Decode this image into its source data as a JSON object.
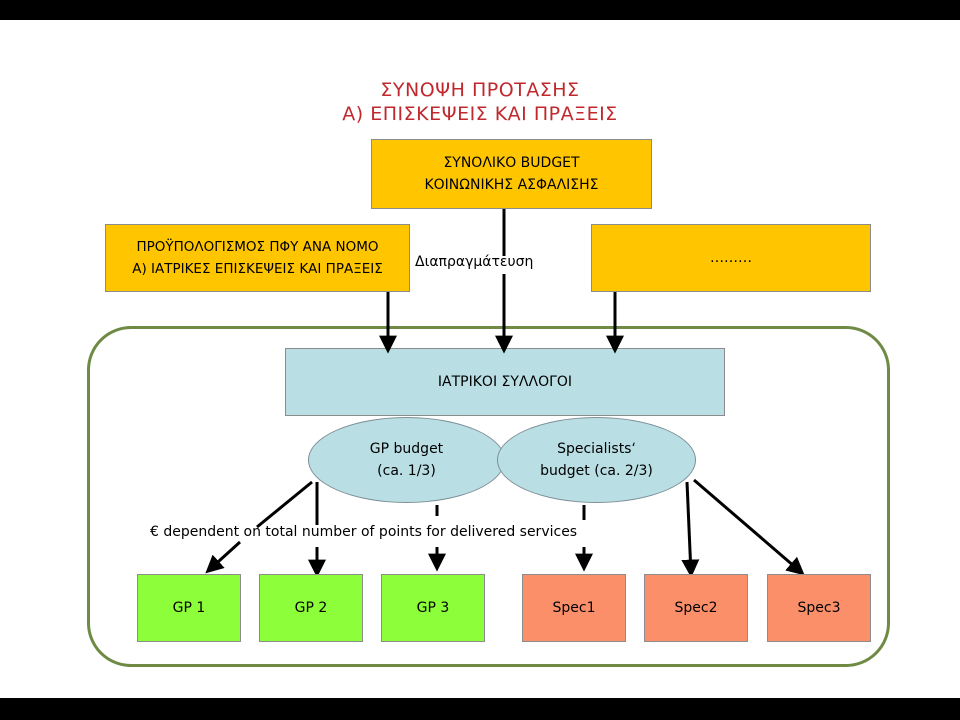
{
  "title": {
    "line1": "ΣΥΝΟΨΗ ΠΡΟΤΑΣΗΣ",
    "line2": "Α) ΕΠΙΣΚΕΨΕΙΣ ΚΑΙ ΠΡΑΞΕΙΣ",
    "color": "#c0282d"
  },
  "boxes": {
    "total_budget": {
      "line1": "ΣΥΝΟΛΙΚΟ BUDGET",
      "line2": "ΚΟΙΝΩΝΙΚΗΣ ΑΣΦΑΛΙΣΗΣ"
    },
    "pfy_budget": {
      "line1": "ΠΡΟΫΠΟΛΟΓΙΣΜΟΣ ΠΦΥ ΑΝΑ ΝΟΜΟ",
      "line2": "Α) ΙΑΤΡΙΚΕΣ ΕΠΙΣΚΕΨΕΙΣ ΚΑΙ ΠΡΑΞΕΙΣ"
    },
    "other": {
      "text": "………"
    },
    "medical_associations": {
      "text": "ΙΑΤΡΙΚΟΙ ΣΥΛΛΟΓΟΙ"
    }
  },
  "labels": {
    "negotiation": "Διαπραγμάτευση",
    "points_note": "€ dependent on total number of points for delivered services"
  },
  "ellipses": {
    "gp": {
      "line1": "GP budget",
      "line2": "(ca. 1/3)"
    },
    "specialists": {
      "line1": "Specialists‘",
      "line2": "budget (ca. 2/3)"
    }
  },
  "gp_boxes": [
    "GP 1",
    "GP 2",
    "GP 3"
  ],
  "spec_boxes": [
    "Spec1",
    "Spec2",
    "Spec3"
  ],
  "colors": {
    "yellow": "#ffc600",
    "teal": "#b9dfe4",
    "green": "#8dff3a",
    "salmon": "#fa8f6a",
    "container_border": "#6e8a44"
  }
}
